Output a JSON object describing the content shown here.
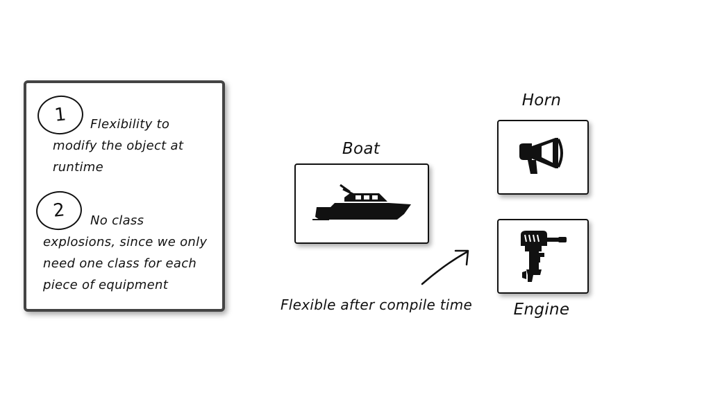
{
  "benefits": {
    "items": [
      {
        "number": "1",
        "text": "Flexibility to modify the object at runtime"
      },
      {
        "number": "2",
        "text": "No class explosions, since we only need one class for each piece of equipment"
      }
    ]
  },
  "diagram": {
    "boat_label": "Boat",
    "horn_label": "Horn",
    "engine_label": "Engine",
    "arrow_caption": "Flexible after compile time"
  },
  "icons": {
    "boat": "boat-icon",
    "horn": "megaphone-icon",
    "engine": "outboard-motor-icon"
  }
}
